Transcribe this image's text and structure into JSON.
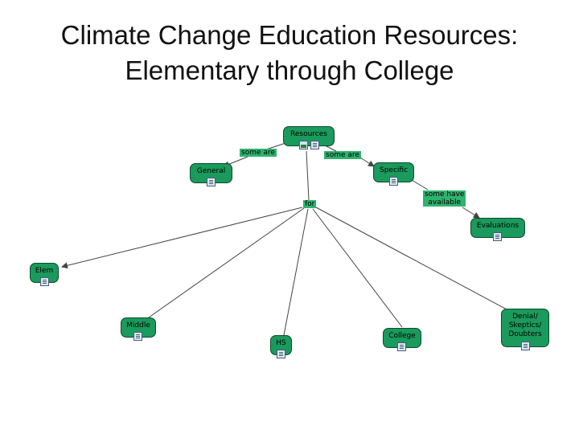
{
  "title": {
    "line1": "Climate Change Education Resources:",
    "line2": "Elementary through College"
  },
  "nodes": {
    "resources": "Resources",
    "general": "General",
    "specific": "Specific",
    "evaluations": "Evaluations",
    "elem": "Elem",
    "middle": "Middle",
    "hs": "HS",
    "college": "College",
    "denial": [
      "Denial/",
      "Skeptics/",
      "Doubters"
    ]
  },
  "links": {
    "some_are_left": "some are",
    "some_are_right": "some are",
    "some_have_available": [
      "some have",
      "available"
    ],
    "for": "for"
  },
  "colors": {
    "node_fill": "#1a9a5c",
    "node_border": "#0d4a2c",
    "link_label_fill": "#2fb36f",
    "connector": "#444444"
  },
  "icons": {
    "resource_icon": "document-icon",
    "image_icon": "image-icon"
  }
}
